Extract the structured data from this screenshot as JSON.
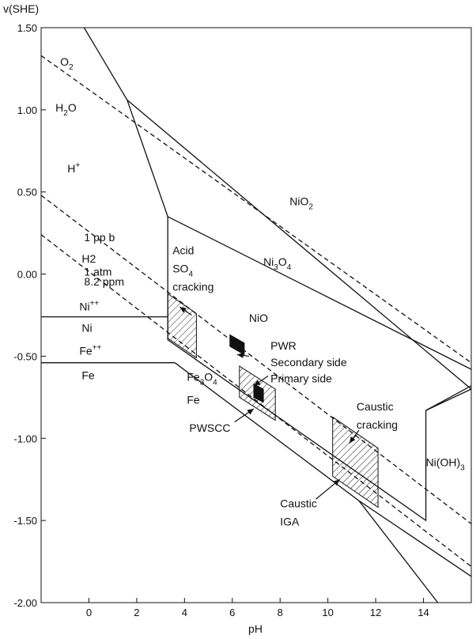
{
  "chart_data": {
    "type": "line",
    "xlabel": "pH",
    "ylabel": "v(SHE)",
    "xlim": [
      -2,
      16
    ],
    "ylim": [
      -2.0,
      1.5
    ],
    "xticks": [
      0,
      2,
      4,
      6,
      8,
      10,
      12,
      14
    ],
    "xtick_labels": [
      "0",
      "2",
      "4",
      "6",
      "8",
      "10",
      "12",
      "14"
    ],
    "yticks": [
      1.5,
      1.0,
      0.5,
      0.0,
      -0.5,
      -1.0,
      -1.5,
      -2.0
    ],
    "ytick_labels": [
      "1.50",
      "1.00",
      "0.50",
      "0.00",
      "-0.50",
      "-1.00",
      "-1.50",
      "-2.00"
    ],
    "grid": false,
    "lines": [
      {
        "style": "solid",
        "points": [
          [
            -2,
            -0.26
          ],
          [
            3.3,
            -0.26
          ]
        ]
      },
      {
        "style": "solid",
        "points": [
          [
            -2,
            -0.54
          ],
          [
            3.6,
            -0.54
          ]
        ]
      },
      {
        "style": "solid",
        "points": [
          [
            -0.2,
            1.5
          ],
          [
            1.6,
            1.06
          ],
          [
            3.3,
            0.35
          ],
          [
            3.3,
            -0.4
          ],
          [
            14.1,
            -1.5
          ],
          [
            14.1,
            -0.83
          ],
          [
            16,
            -0.7
          ]
        ]
      },
      {
        "style": "solid",
        "points": [
          [
            1.6,
            1.06
          ],
          [
            16,
            -0.7
          ]
        ]
      },
      {
        "style": "solid",
        "points": [
          [
            3.3,
            0.35
          ],
          [
            16,
            -0.58
          ]
        ]
      },
      {
        "style": "solid",
        "points": [
          [
            14.1,
            -0.83
          ],
          [
            16,
            -0.68
          ]
        ]
      },
      {
        "style": "solid",
        "points": [
          [
            3.6,
            -0.54
          ],
          [
            11.3,
            -1.38
          ],
          [
            14.6,
            -2.0
          ]
        ]
      },
      {
        "style": "solid",
        "points": [
          [
            11.3,
            -1.38
          ],
          [
            16,
            -1.84
          ]
        ]
      },
      {
        "style": "dashed",
        "points": [
          [
            -2,
            1.33
          ],
          [
            16,
            -0.54
          ]
        ]
      },
      {
        "style": "dashed",
        "points": [
          [
            -2,
            0.48
          ],
          [
            16,
            -1.52
          ]
        ]
      },
      {
        "style": "dashed",
        "points": [
          [
            -2,
            0.24
          ],
          [
            16,
            -1.78
          ]
        ]
      }
    ],
    "hatched_regions": [
      {
        "points": [
          [
            3.3,
            -0.12
          ],
          [
            4.5,
            -0.24
          ],
          [
            4.5,
            -0.51
          ],
          [
            3.3,
            -0.39
          ]
        ]
      },
      {
        "points": [
          [
            6.3,
            -0.56
          ],
          [
            7.8,
            -0.7
          ],
          [
            7.8,
            -0.89
          ],
          [
            6.3,
            -0.75
          ]
        ]
      },
      {
        "points": [
          [
            10.2,
            -0.87
          ],
          [
            12.1,
            -1.06
          ],
          [
            12.1,
            -1.42
          ],
          [
            10.2,
            -1.23
          ]
        ]
      }
    ],
    "filled_regions": [
      {
        "points": [
          [
            5.9,
            -0.37
          ],
          [
            6.5,
            -0.42
          ],
          [
            6.5,
            -0.49
          ],
          [
            5.9,
            -0.44
          ]
        ]
      },
      {
        "points": [
          [
            6.9,
            -0.67
          ],
          [
            7.3,
            -0.7
          ],
          [
            7.3,
            -0.78
          ],
          [
            6.9,
            -0.75
          ]
        ]
      }
    ],
    "region_labels": [
      {
        "text": "O",
        "sub": "2",
        "x": -1.2,
        "y": 1.27
      },
      {
        "text": "H",
        "sub": "2",
        "tail": "O",
        "x": -1.4,
        "y": 0.99
      },
      {
        "text": "H",
        "sup": "+",
        "x": -0.9,
        "y": 0.62
      },
      {
        "text": "NiO",
        "sub": "2",
        "tail": "",
        "x": 8.4,
        "y": 0.42
      },
      {
        "text": "Ni",
        "sub": "3",
        "tail": "O",
        "sub2": "4",
        "x": 7.3,
        "y": 0.05
      },
      {
        "text": "NiO",
        "x": 6.7,
        "y": -0.29
      },
      {
        "text": "Ni",
        "sup": "++",
        "x": -0.4,
        "y": -0.22
      },
      {
        "text": "Ni",
        "x": -0.3,
        "y": -0.35
      },
      {
        "text": "Fe",
        "sup": "++",
        "x": -0.4,
        "y": -0.49
      },
      {
        "text": "Fe",
        "x": -0.3,
        "y": -0.64
      },
      {
        "text": "Fe",
        "sub": "3",
        "tail": "O",
        "sub2": "4",
        "x": 4.1,
        "y": -0.65
      },
      {
        "text": "Fe",
        "x": 4.1,
        "y": -0.79
      },
      {
        "text": "Ni(OH)",
        "sub": "3",
        "tail": "",
        "x": 14.1,
        "y": -1.17
      }
    ],
    "annotations": [
      {
        "text": "1 pp b",
        "x": -0.2,
        "y": 0.2
      },
      {
        "text": "H2",
        "x": -0.3,
        "y": 0.07
      },
      {
        "text": "1 atm",
        "x": -0.2,
        "y": -0.01
      },
      {
        "text": "8.2 ppm",
        "x": -0.2,
        "y": -0.07
      },
      {
        "text": "Acid",
        "x": 3.5,
        "y": 0.12
      },
      {
        "text": "SO",
        "sub": "4",
        "x": 3.5,
        "y": 0.01
      },
      {
        "text": "cracking",
        "x": 3.5,
        "y": -0.1
      },
      {
        "text": "PWR",
        "x": 7.6,
        "y": -0.46
      },
      {
        "text": "Secondary side",
        "x": 7.6,
        "y": -0.56
      },
      {
        "text": "Primary side",
        "x": 7.6,
        "y": -0.66
      },
      {
        "text": "PWSCC",
        "x": 4.2,
        "y": -0.96
      },
      {
        "text": "Caustic",
        "x": 11.2,
        "y": -0.83
      },
      {
        "text": "cracking",
        "x": 11.2,
        "y": -0.94
      },
      {
        "text": "Caustic",
        "x": 8.0,
        "y": -1.42
      },
      {
        "text": "IGA",
        "x": 8.0,
        "y": -1.53
      }
    ],
    "arrows": [
      {
        "from": [
          4.3,
          -0.25
        ],
        "to": [
          3.8,
          -0.2
        ]
      },
      {
        "from": [
          6.7,
          -0.5
        ],
        "to": [
          6.2,
          -0.49
        ]
      },
      {
        "from": [
          7.5,
          -0.62
        ],
        "to": [
          6.9,
          -0.68
        ]
      },
      {
        "from": [
          6.1,
          -0.9
        ],
        "to": [
          6.9,
          -0.82
        ]
      },
      {
        "from": [
          11.3,
          -0.95
        ],
        "to": [
          10.9,
          -1.03
        ]
      },
      {
        "from": [
          9.5,
          -1.37
        ],
        "to": [
          10.5,
          -1.25
        ]
      }
    ]
  }
}
